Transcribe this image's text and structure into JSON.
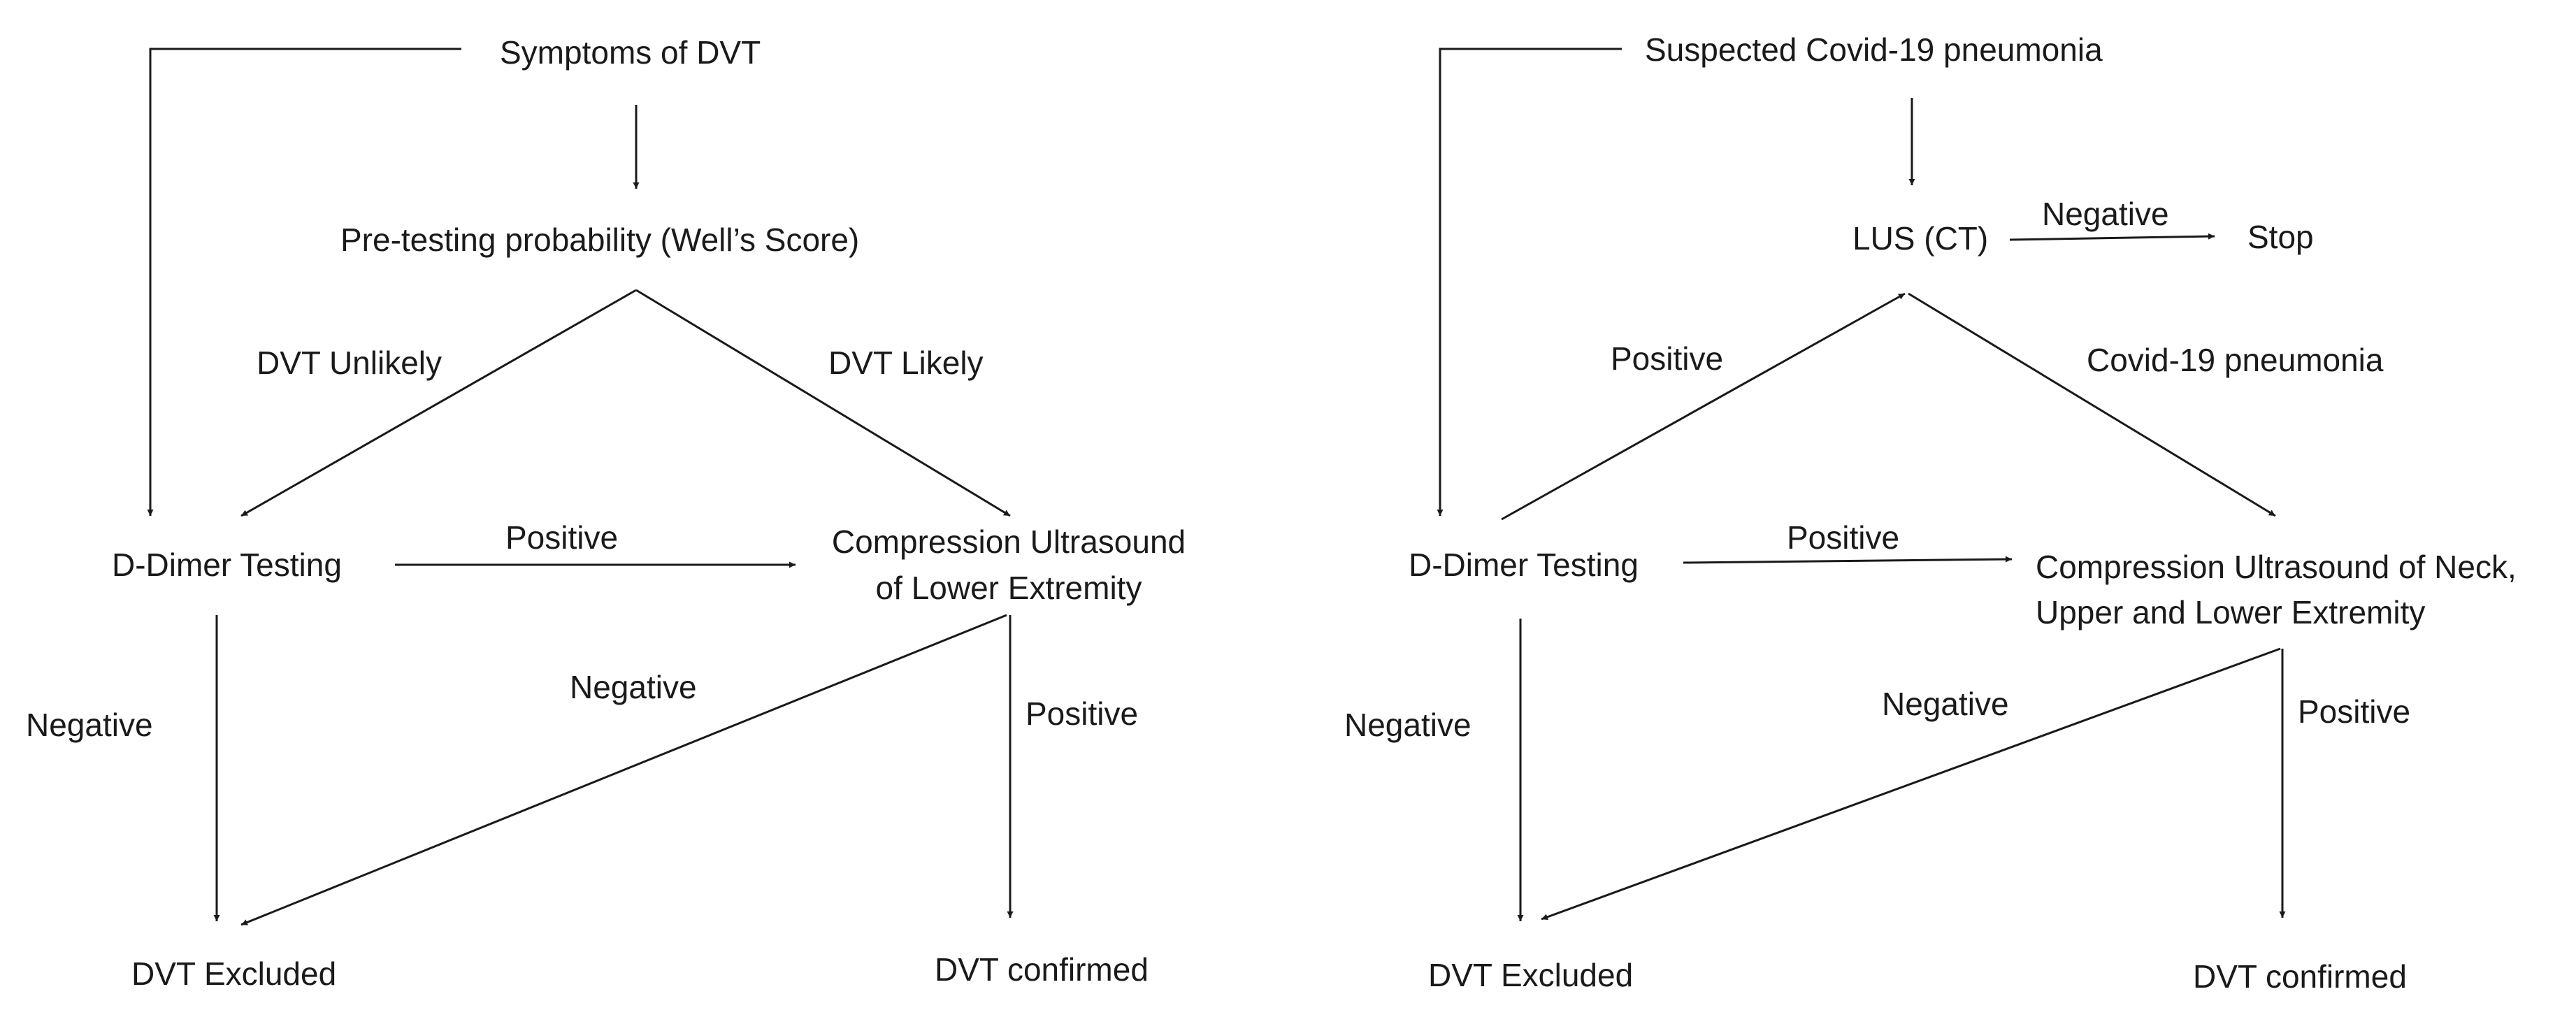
{
  "left_flow": {
    "symptoms": "Symptoms of DVT",
    "pretest": "Pre-testing probability (Well’s Score)",
    "unlikely": "DVT Unlikely",
    "likely": "DVT Likely",
    "ddimer": "D-Dimer Testing",
    "positive_mid": "Positive",
    "cus_line1": "Compression Ultrasound",
    "cus_line2": "of Lower Extremity",
    "negative_left": "Negative",
    "negative_diag": "Negative",
    "positive_right": "Positive",
    "excluded": "DVT Excluded",
    "confirmed": "DVT  confirmed"
  },
  "right_flow": {
    "suspected": "Suspected Covid-19 pneumonia",
    "lus": "LUS (CT)",
    "negative_top": "Negative",
    "stop": "Stop",
    "positive_up": "Positive",
    "covid_pneumonia": "Covid-19  pneumonia",
    "ddimer": "D-Dimer Testing",
    "positive_mid": "Positive",
    "cus_line1": "Compression Ultrasound of Neck,",
    "cus_line2": "Upper and Lower Extremity",
    "negative_left": "Negative",
    "negative_diag": "Negative",
    "positive_right": "Positive",
    "excluded": "DVT Excluded",
    "confirmed": "DVT confirmed"
  },
  "colors": {
    "stroke": "#1a1a1a",
    "text": "#1a1a1a",
    "background": "#ffffff"
  }
}
